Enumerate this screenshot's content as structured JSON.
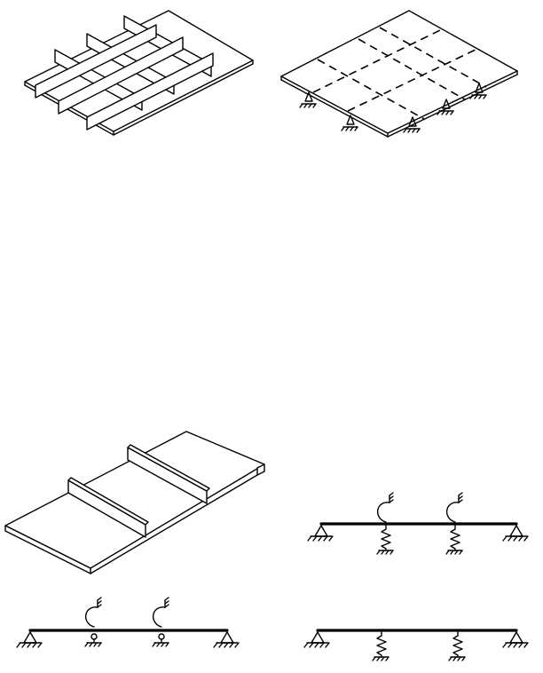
{
  "figure": {
    "panels": [
      {
        "id": "stiffened-grid-plate",
        "description_icon": "plate-with-crossing-ribs"
      },
      {
        "id": "plate-on-point-supports",
        "description_icon": "plate-with-dashed-grid-and-supports"
      },
      {
        "id": "plate-with-two-stiffeners",
        "description_icon": "plate-with-longitudinal-stiffeners"
      },
      {
        "id": "beam-model-spring-rotational",
        "description_icon": "beam-with-springs-and-rotational-springs"
      },
      {
        "id": "beam-model-rotational-only",
        "description_icon": "beam-with-rotational-springs"
      },
      {
        "id": "beam-model-springs-only",
        "description_icon": "beam-with-elastic-supports"
      }
    ]
  },
  "colors": {
    "ink": "#000000",
    "paper": "#ffffff"
  }
}
